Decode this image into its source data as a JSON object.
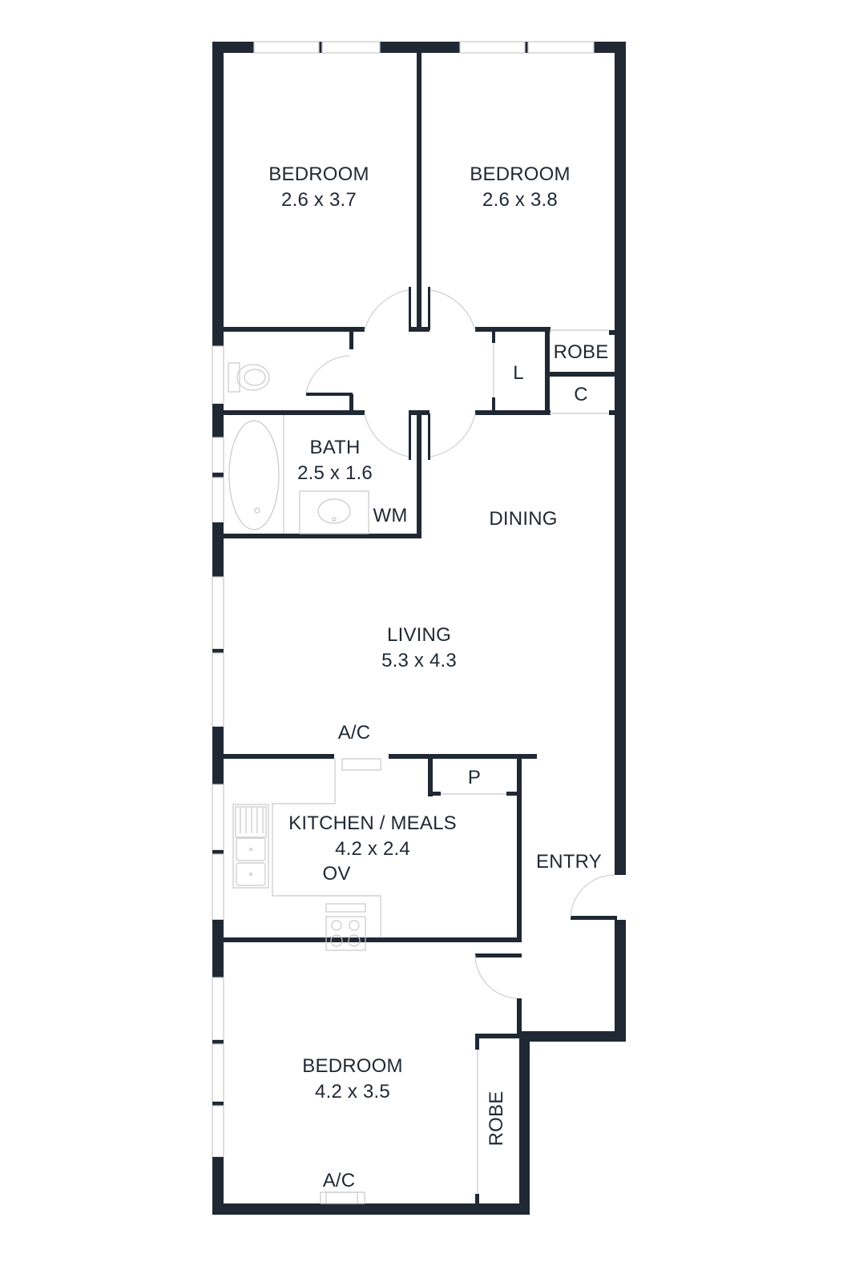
{
  "plan": {
    "wall_color": "#1f2833",
    "fixture_color": "#c8c8c8",
    "rooms": {
      "bedroom1": {
        "name": "BEDROOM",
        "size": "2.6 x 3.7"
      },
      "bedroom2": {
        "name": "BEDROOM",
        "size": "2.6 x 3.8"
      },
      "robe_upper": {
        "name": "ROBE"
      },
      "linen": {
        "name": "L"
      },
      "cupboard": {
        "name": "C"
      },
      "bath": {
        "name": "BATH",
        "size": "2.5 x 1.6"
      },
      "wm": {
        "name": "WM"
      },
      "dining": {
        "name": "DINING"
      },
      "living": {
        "name": "LIVING",
        "size": "5.3 x 4.3"
      },
      "ac_living": {
        "name": "A/C"
      },
      "pantry": {
        "name": "P"
      },
      "kitchen": {
        "name": "KITCHEN / MEALS",
        "size": "4.2 x 2.4"
      },
      "oven": {
        "name": "OV"
      },
      "entry": {
        "name": "ENTRY"
      },
      "bedroom3": {
        "name": "BEDROOM",
        "size": "4.2 x 3.5"
      },
      "robe_lower": {
        "name": "ROBE"
      },
      "ac_bedroom": {
        "name": "A/C"
      }
    }
  }
}
